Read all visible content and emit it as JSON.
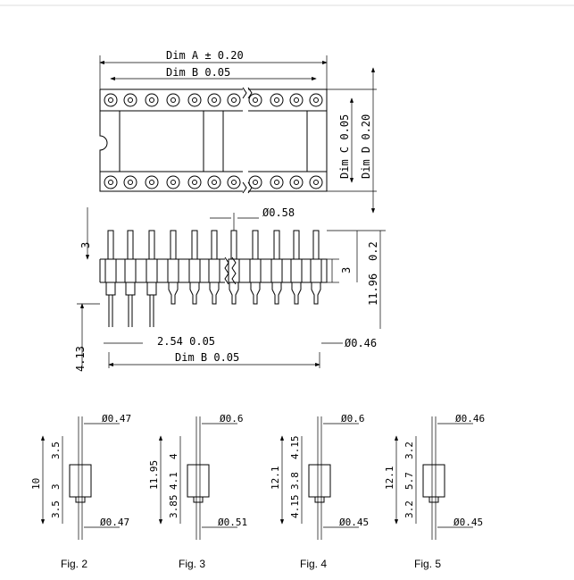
{
  "top_view": {
    "dim_a": "Dim A ± 0.20",
    "dim_b": "Dim B 0.05",
    "dim_c": "Dim C 0.05",
    "dim_d": "Dim D 0.20"
  },
  "side_view": {
    "pin_dia_top": "Ø0.58",
    "height_3": "3",
    "body_3": "3",
    "tol_02": "0.2",
    "h_1196": "11.96",
    "tail_413": "4.13",
    "pitch": "2.54 0.05",
    "dim_b": "Dim B 0.05",
    "tail_dia": "Ø0.46"
  },
  "figures": [
    {
      "caption": "Fig. 2",
      "dia_top": "Ø0.47",
      "dia_bot": "Ø0.47",
      "total": "10",
      "seg": [
        "3.5",
        "3",
        "3.5"
      ]
    },
    {
      "caption": "Fig. 3",
      "dia_top": "Ø0.6",
      "dia_bot": "Ø0.51",
      "total": "11.95",
      "seg": [
        "4",
        "4.1",
        "3.85"
      ]
    },
    {
      "caption": "Fig. 4",
      "dia_top": "Ø0.6",
      "dia_bot": "Ø0.45",
      "total": "12.1",
      "seg": [
        "4.15",
        "3.8",
        "4.15"
      ]
    },
    {
      "caption": "Fig. 5",
      "dia_top": "Ø0.46",
      "dia_bot": "Ø0.45",
      "total": "12.1",
      "seg": [
        "3.2",
        "5.7",
        "3.2"
      ]
    }
  ]
}
